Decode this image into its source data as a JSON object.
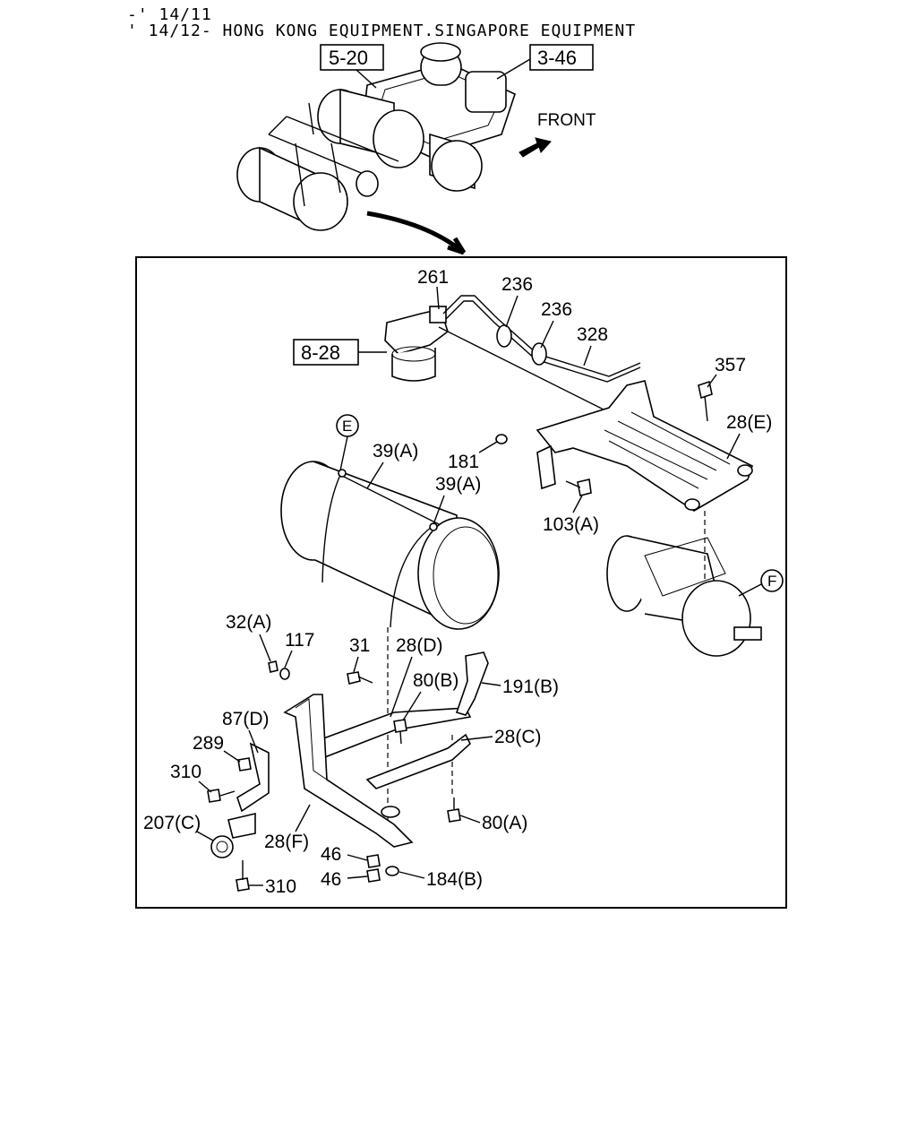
{
  "header": {
    "line1": "-' 14/11",
    "line2": "' 14/12- HONG KONG EQUIPMENT.SINGAPORE EQUIPMENT"
  },
  "overview": {
    "ref_left": "5-20",
    "ref_right": "3-46",
    "front_label": "FRONT"
  },
  "detail": {
    "ref_filter": "8-28",
    "circle_e": "E",
    "circle_f": "F",
    "labels": {
      "p261": "261",
      "p236a": "236",
      "p236b": "236",
      "p328": "328",
      "p357": "357",
      "p28e": "28(E)",
      "p39a1": "39(A)",
      "p39a2": "39(A)",
      "p181": "181",
      "p103a": "103(A)",
      "p32a": "32(A)",
      "p117": "117",
      "p31": "31",
      "p28d": "28(D)",
      "p80b": "80(B)",
      "p191b": "191(B)",
      "p87d": "87(D)",
      "p28c": "28(C)",
      "p289": "289",
      "p310a": "310",
      "p207c": "207(C)",
      "p28f": "28(F)",
      "p80a": "80(A)",
      "p46a": "46",
      "p46b": "46",
      "p184b": "184(B)",
      "p310b": "310"
    }
  }
}
